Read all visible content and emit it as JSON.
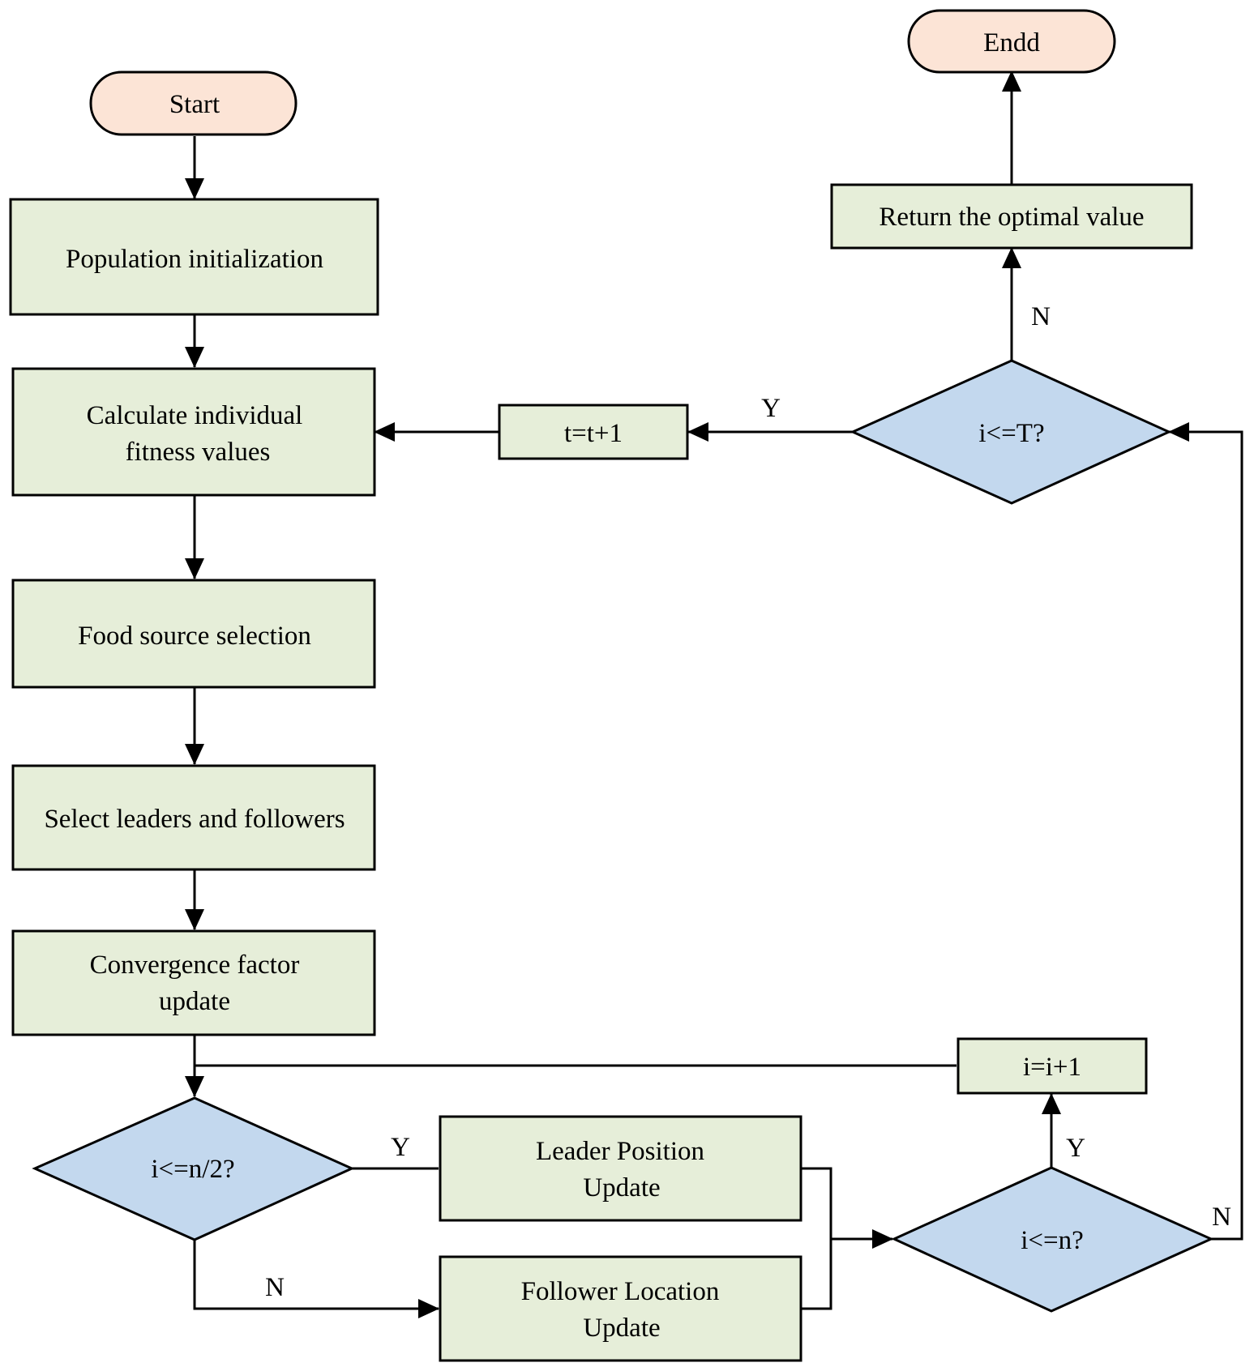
{
  "colors": {
    "terminal_fill": "#fce4d6",
    "process_fill": "#e6eed9",
    "decision_fill": "#c3d8ee",
    "stroke": "#000000"
  },
  "nodes": {
    "start": "Start",
    "end": "Endd",
    "population_init": "Population initialization",
    "calc_fitness_line1": "Calculate individual",
    "calc_fitness_line2": "fitness values",
    "food_source": "Food source selection",
    "select_leaders": "Select leaders and followers",
    "convergence_line1": "Convergence factor",
    "convergence_line2": "update",
    "decision_half": "i<=n/2?",
    "leader_line1": "Leader Position",
    "leader_line2": "Update",
    "follower_line1": "Follower Location",
    "follower_line2": "Update",
    "decision_n": "i<=n?",
    "increment_i": "i=i+1",
    "decision_T": "i<=T?",
    "increment_t": "t=t+1",
    "return_optimal": "Return the optimal value"
  },
  "edge_labels": {
    "half_yes": "Y",
    "half_no": "N",
    "n_yes": "Y",
    "n_no": "N",
    "T_yes": "Y",
    "T_no": "N"
  }
}
